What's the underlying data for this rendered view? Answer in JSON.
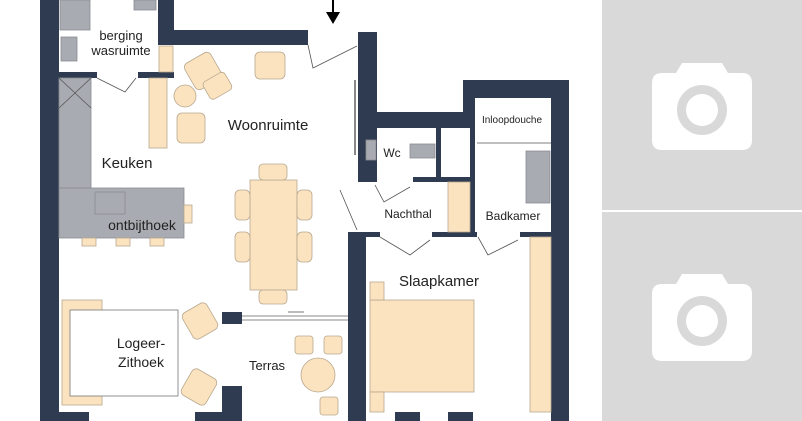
{
  "floorplan": {
    "rooms": {
      "berging": "berging",
      "wasruimte": "wasruimte",
      "woonruimte": "Woonruimte",
      "keuken": "Keuken",
      "ontbijthoek": "ontbijthoek",
      "wc": "Wc",
      "inloopdouche": "Inloopdouche",
      "nachthal": "Nachthal",
      "badkamer": "Badkamer",
      "slaapkamer": "Slaapkamer",
      "logeer": "Logeer-",
      "zithoek": "Zithoek",
      "terras": "Terras"
    },
    "colors": {
      "wall": "#2f3b50",
      "furniture": "#fbe3c0",
      "fixtures": "#a8abb1"
    }
  },
  "photos": [
    {
      "icon": "camera-icon",
      "state": "placeholder"
    },
    {
      "icon": "camera-icon",
      "state": "placeholder"
    }
  ]
}
